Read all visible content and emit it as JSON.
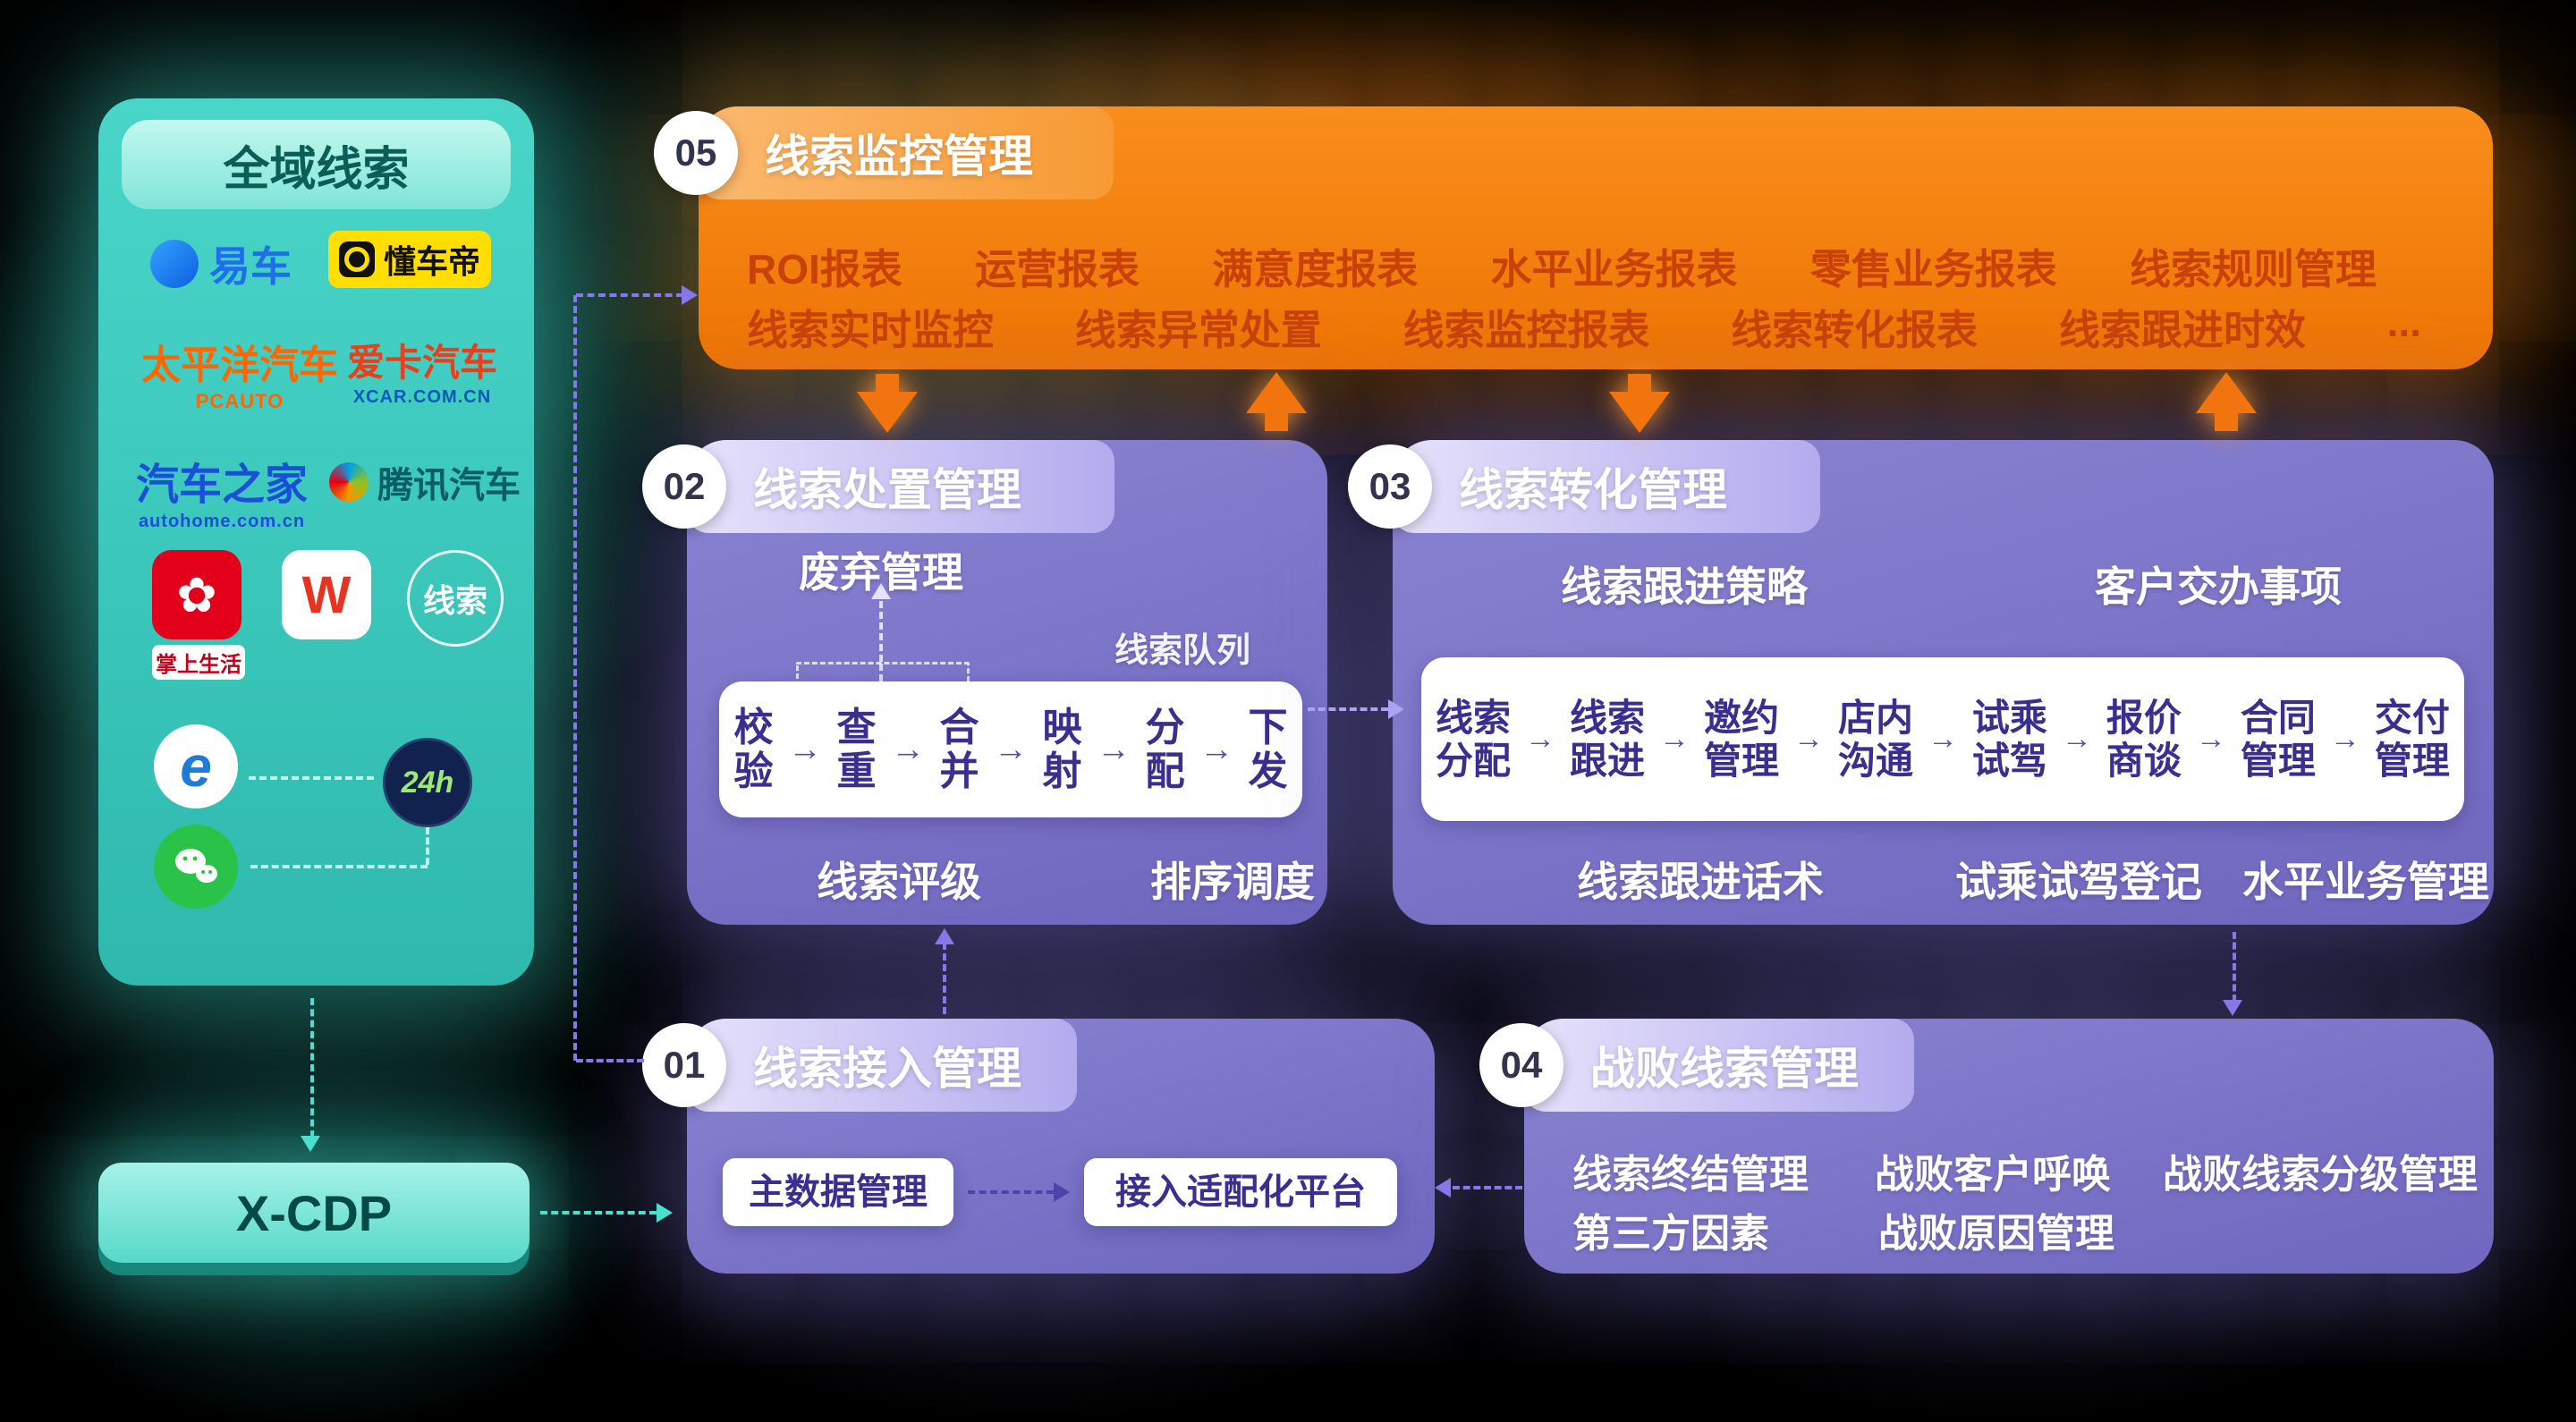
{
  "glyphs": {
    "arrow": "→"
  },
  "colors": {
    "teal": "#3FD9C9",
    "orange": "#F5820B",
    "purple": "#7D76C8"
  },
  "left_panel": {
    "title": "全域线索",
    "logos": {
      "yiche": "易车",
      "dongchedi": "懂车帝",
      "pcauto": "太平洋汽车",
      "pcauto_sub": "PCAUTO",
      "xcar": "爱卡汽车",
      "xcar_sub": "XCAR.COM.CN",
      "autohome": "汽车之家",
      "autohome_sub": "autohome.com.cn",
      "tencent": "腾讯汽车",
      "zhangshang": "掌上生活",
      "w_app": "W",
      "xiansuo": "线索",
      "ie": "e",
      "h24": "24h"
    }
  },
  "xcdp": {
    "label": "X-CDP"
  },
  "panel05": {
    "number": "05",
    "title": "线索监控管理",
    "row1": [
      "ROI报表",
      "运营报表",
      "满意度报表",
      "水平业务报表",
      "零售业务报表",
      "线索规则管理"
    ],
    "row2": [
      "线索实时监控",
      "线索异常处置",
      "线索监控报表",
      "线索转化报表",
      "线索跟进时效",
      "..."
    ]
  },
  "panel02": {
    "number": "02",
    "title": "线索处置管理",
    "discard": "废弃管理",
    "queue_title": "线索队列",
    "steps": [
      "校\n验",
      "查\n重",
      "合\n并",
      "映\n射",
      "分\n配",
      "下\n发"
    ],
    "rating": "线索评级",
    "scheduling": "排序调度"
  },
  "panel03": {
    "number": "03",
    "title": "线索转化管理",
    "strategy": "线索跟进策略",
    "tasks": "客户交办事项",
    "steps": [
      "线索\n分配",
      "线索\n跟进",
      "邀约\n管理",
      "店内\n沟通",
      "试乘\n试驾",
      "报价\n商谈",
      "合同\n管理",
      "交付\n管理"
    ],
    "bottom": [
      "线索跟进话术",
      "试乘试驾登记",
      "水平业务管理"
    ]
  },
  "panel01": {
    "number": "01",
    "title": "线索接入管理",
    "box1": "主数据管理",
    "box2": "接入适配化平台"
  },
  "panel04": {
    "number": "04",
    "title": "战败线索管理",
    "row1": [
      "线索终结管理",
      "战败客户呼唤",
      "战败线索分级管理"
    ],
    "row2": [
      "第三方因素",
      "战败原因管理"
    ]
  }
}
